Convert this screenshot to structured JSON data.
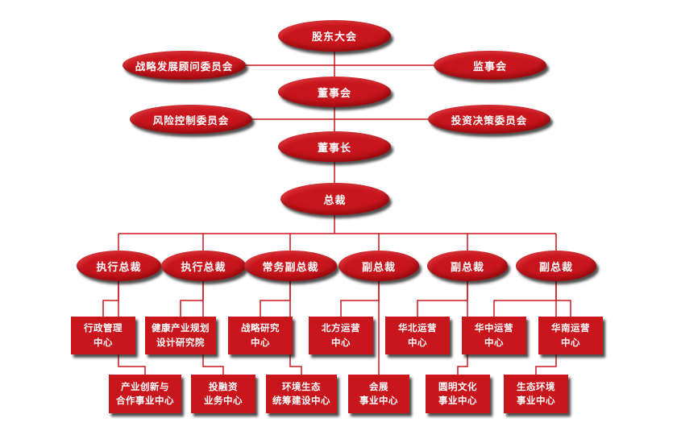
{
  "theme": {
    "node_color": "#c9161d",
    "line_color": "#c9161d",
    "text_color": "#ffffff",
    "shadow_color": "rgba(20,20,20,0.75)"
  },
  "org": {
    "level1": {
      "shareholders": "股东大会"
    },
    "level2": {
      "strategy_advisory": "战略发展顾问委员会",
      "supervisory_board": "监事会"
    },
    "level3": {
      "board": "董事会"
    },
    "level4": {
      "risk_control": "风险控制委员会",
      "investment_decision": "投资决策委员会"
    },
    "level5": {
      "chairman": "董事长"
    },
    "level6": {
      "president": "总裁"
    },
    "executives": {
      "exec_president_1": "执行总裁",
      "exec_president_2": "执行总裁",
      "standing_vp": "常务副总裁",
      "vp1": "副总裁",
      "vp2": "副总裁",
      "vp3": "副总裁"
    },
    "centers_row1": {
      "admin_management": "行政管理\n中心",
      "health_industry_institute": "健康产业规划\n设计研究院",
      "strategy_research": "战略研究\n中心",
      "north_operations": "北方运营\n中心",
      "north_china_operations": "华北运营\n中心",
      "central_china_operations": "华中运营\n中心",
      "south_china_operations": "华南运营\n中心"
    },
    "centers_row2": {
      "industry_innovation": "产业创新与\n合作事业中心",
      "investment_financing": "投融资\n业务中心",
      "eco_planning": "环境生态\n统筹建设中心",
      "exhibition": "会展\n事业中心",
      "yuanming_culture": "圆明文化\n事业中心",
      "eco_environment": "生态环境\n事业中心"
    }
  }
}
